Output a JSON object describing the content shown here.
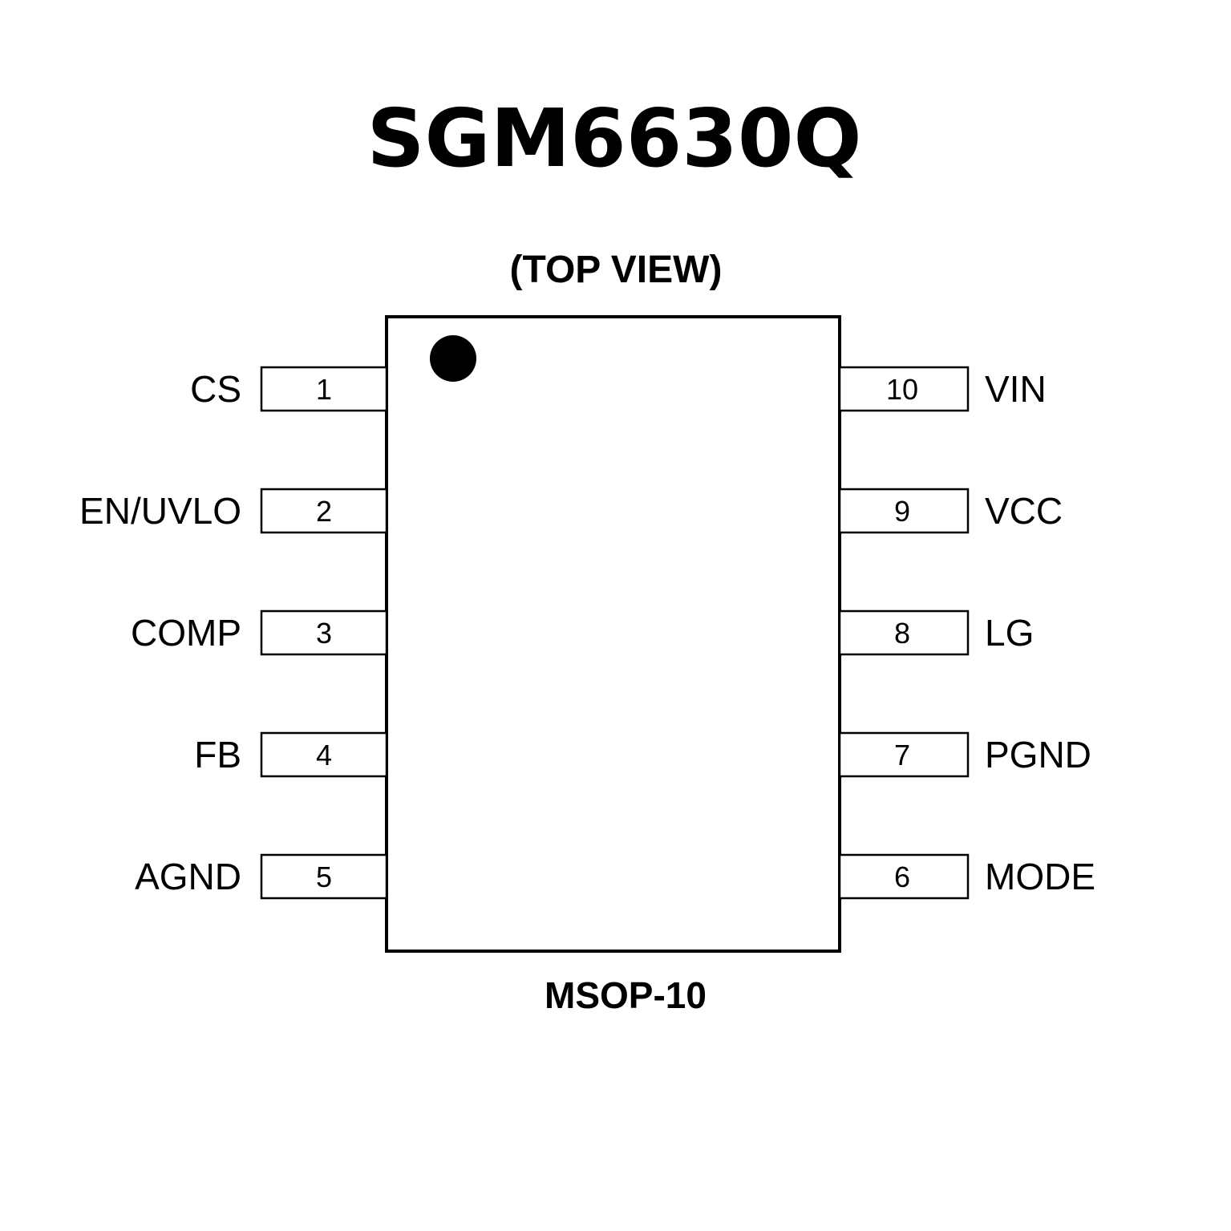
{
  "title": "SGM6630Q",
  "view_label": "(TOP VIEW)",
  "package": "MSOP-10",
  "left_pins": [
    {
      "number": "1",
      "name": "CS"
    },
    {
      "number": "2",
      "name": "EN/UVLO"
    },
    {
      "number": "3",
      "name": "COMP"
    },
    {
      "number": "4",
      "name": "FB"
    },
    {
      "number": "5",
      "name": "AGND"
    }
  ],
  "right_pins": [
    {
      "number": "10",
      "name": "VIN"
    },
    {
      "number": "9",
      "name": "VCC"
    },
    {
      "number": "8",
      "name": "LG"
    },
    {
      "number": "7",
      "name": "PGND"
    },
    {
      "number": "6",
      "name": "MODE"
    }
  ]
}
